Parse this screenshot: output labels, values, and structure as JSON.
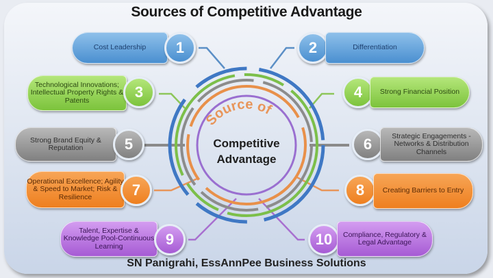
{
  "title": "Sources of Competitive Advantage",
  "footer": "SN Panigrahi, EssAnnPee Business Solutions",
  "center": {
    "arc_label": "Source of",
    "line1": "Competitive",
    "line2": "Advantage"
  },
  "colors": {
    "blue": "#4a8fd0",
    "green": "#7cc33c",
    "gray": "#808080",
    "orange": "#ee7f1f",
    "purple": "#a65bd4"
  },
  "items": [
    {
      "num": "1",
      "label": "Cost Leadership",
      "color": "blue",
      "side": "left"
    },
    {
      "num": "2",
      "label": "Differentiation",
      "color": "blue",
      "side": "right"
    },
    {
      "num": "3",
      "label": "Technological Innovations; Intellectual Property Rights & Patents",
      "color": "green",
      "side": "left"
    },
    {
      "num": "4",
      "label": "Strong Financial Position",
      "color": "green",
      "side": "right"
    },
    {
      "num": "5",
      "label": "Strong Brand Equity & Reputation",
      "color": "gray",
      "side": "left"
    },
    {
      "num": "6",
      "label": "Strategic Engagements - Networks & Distribution Channels",
      "color": "gray",
      "side": "right"
    },
    {
      "num": "7",
      "label": "Operational Excellence; Agility & Speed to Market; Risk & Resilience",
      "color": "orange",
      "side": "left"
    },
    {
      "num": "8",
      "label": "Creating Barriers to Entry",
      "color": "orange",
      "side": "right"
    },
    {
      "num": "9",
      "label": "Talent, Expertise & Knowledge Pool-Continuous Learning",
      "color": "purple",
      "side": "left"
    },
    {
      "num": "10",
      "label": "Compliance, Regulatory & Legal Advantage",
      "color": "purple",
      "side": "right"
    }
  ]
}
